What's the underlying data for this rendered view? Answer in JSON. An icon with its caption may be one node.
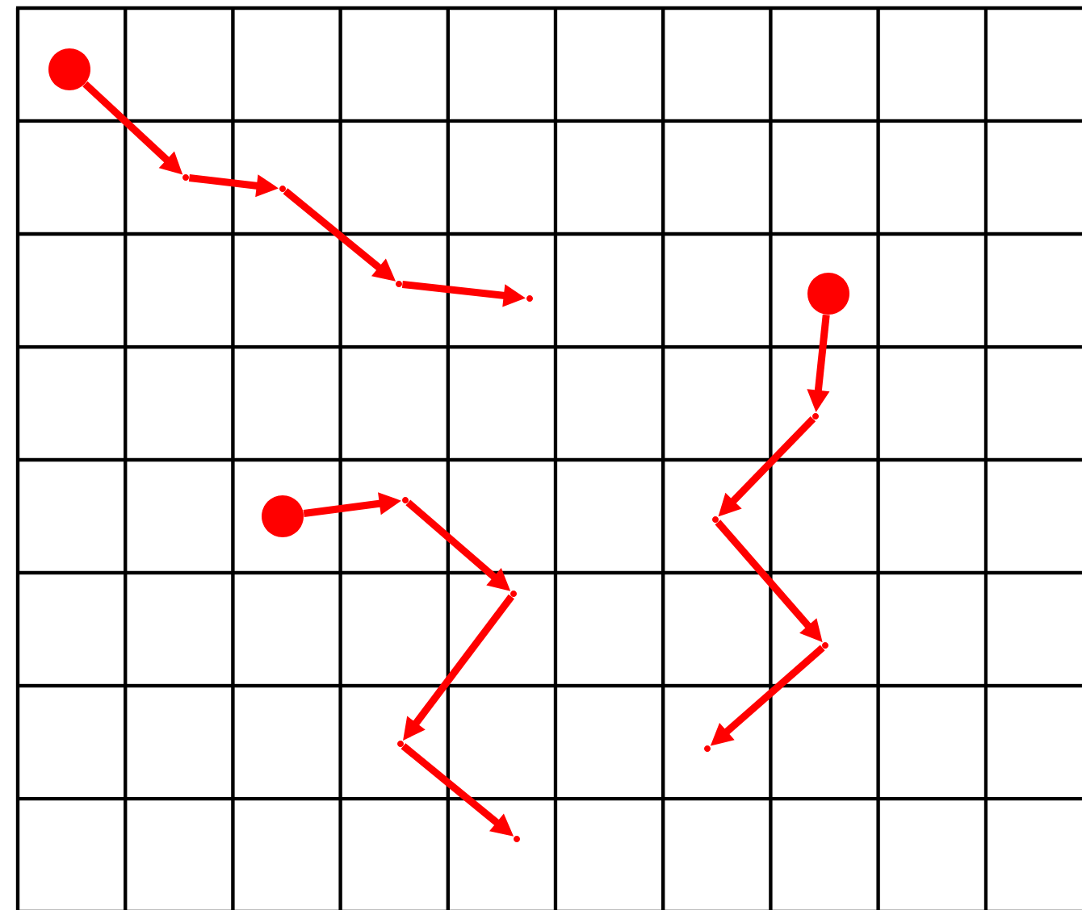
{
  "diagram": {
    "nodes": [
      {
        "text": [],
        "shape": "circle"
      },
      {
        "text": [],
        "shape": "point"
      },
      {
        "text": [],
        "shape": "point"
      },
      {
        "text": [],
        "shape": "point"
      },
      {
        "text": [],
        "shape": "point"
      },
      {
        "text": [],
        "shape": "circle"
      },
      {
        "text": [],
        "shape": "point"
      },
      {
        "text": [],
        "shape": "point"
      },
      {
        "text": [],
        "shape": "point"
      },
      {
        "text": [],
        "shape": "point"
      },
      {
        "text": [],
        "shape": "circle"
      },
      {
        "text": [],
        "shape": "point"
      },
      {
        "text": [],
        "shape": "point"
      },
      {
        "text": [],
        "shape": "point"
      },
      {
        "text": [],
        "shape": "point"
      }
    ],
    "edges": [
      {
        "from": 0,
        "to": 1,
        "arrow": "to"
      },
      {
        "from": 1,
        "to": 2,
        "arrow": "to"
      },
      {
        "from": 2,
        "to": 3,
        "arrow": "to"
      },
      {
        "from": 3,
        "to": 4,
        "arrow": "to"
      },
      {
        "from": 5,
        "to": 6,
        "arrow": "to"
      },
      {
        "from": 6,
        "to": 7,
        "arrow": "to"
      },
      {
        "from": 7,
        "to": 8,
        "arrow": "to"
      },
      {
        "from": 8,
        "to": 9,
        "arrow": "to"
      },
      {
        "from": 10,
        "to": 11,
        "arrow": "to"
      },
      {
        "from": 11,
        "to": 12,
        "arrow": "to"
      },
      {
        "from": 12,
        "to": 13,
        "arrow": "to"
      },
      {
        "from": 13,
        "to": 14,
        "arrow": "to"
      }
    ]
  }
}
